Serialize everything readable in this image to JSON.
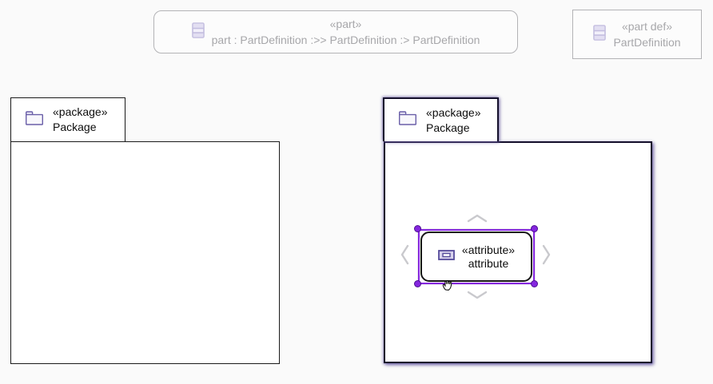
{
  "diagram": {
    "background_color": "#fafafa"
  },
  "ghost_part_usage": {
    "stereotype": "«part»",
    "label": "part : PartDefinition :>> PartDefinition :> PartDefinition"
  },
  "ghost_part_def": {
    "stereotype": "«part def»",
    "label": "PartDefinition"
  },
  "package_left": {
    "stereotype": "«package»",
    "name": "Package"
  },
  "package_right": {
    "stereotype": "«package»",
    "name": "Package"
  },
  "attribute_node": {
    "stereotype": "«attribute»",
    "name": "attribute"
  },
  "colors": {
    "selection_purple": "#8526df",
    "highlighted_border": "#15102c",
    "highlight_glow": "#60549c",
    "node_border": "#1a1a1a",
    "ghost_border": "#b3b3b6",
    "ghost_text": "#a7a7aa",
    "lavender_icon": "#c3bddf",
    "slate_icon": "#564b9b",
    "chevron_gray": "#c9c9cd"
  }
}
